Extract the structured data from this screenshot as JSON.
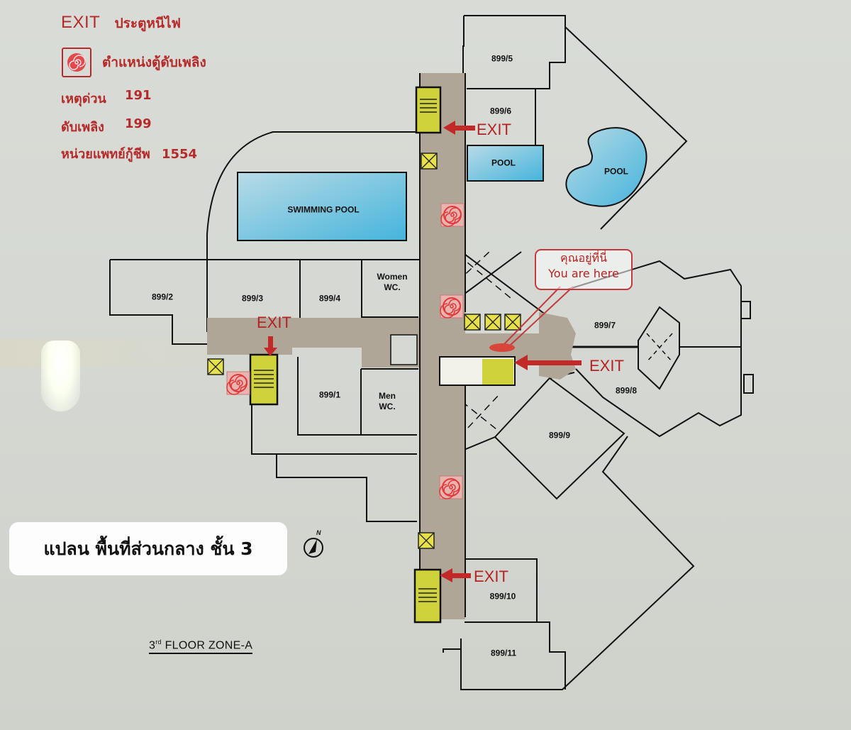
{
  "legend": {
    "exit_word": "EXIT",
    "exit_desc": "ประตูหนีไฟ",
    "fire_hose_icon": "fire-hose-reel-icon",
    "fire_hose_desc": "ตำแหน่งตู้ดับเพลิง",
    "contacts": [
      {
        "label": "เหตุด่วน",
        "number": "191"
      },
      {
        "label": "ดับเพลิง",
        "number": "199"
      },
      {
        "label": "หน่วยแพทย์กู้ชีพ",
        "number": "1554"
      }
    ]
  },
  "title": "แปลน พื้นที่ส่วนกลาง ชั้น 3",
  "floor_label": {
    "ordinal": "3",
    "suffix": "rd",
    "text": "FLOOR ZONE-A"
  },
  "compass": {
    "north_label": "N"
  },
  "you_are_here": {
    "thai": "คุณอยู่ที่นี่",
    "english": "You are here"
  },
  "exits": [
    "EXIT",
    "EXIT",
    "EXIT",
    "EXIT"
  ],
  "rooms": {
    "r5": "899/5",
    "r6": "899/6",
    "pool_small": "POOL",
    "pool_kidney": "POOL",
    "swimming_pool": "SWIMMING POOL",
    "r2": "899/2",
    "r3": "899/3",
    "r4": "899/4",
    "women_wc_1": "Women",
    "women_wc_2": "WC.",
    "r1": "899/1",
    "men_wc_1": "Men",
    "men_wc_2": "WC.",
    "r7": "899/7",
    "r8": "899/8",
    "r9": "899/9",
    "r10": "899/10",
    "r11": "899/11"
  },
  "colors": {
    "corridor": "#b0a698",
    "stair_yellow": "#cfd23a",
    "elevator_yellow": "#e6e04a",
    "pool_blue": "#6fbfdc",
    "exit_red": "#c22a2a",
    "legend_red": "#b52a2a"
  }
}
